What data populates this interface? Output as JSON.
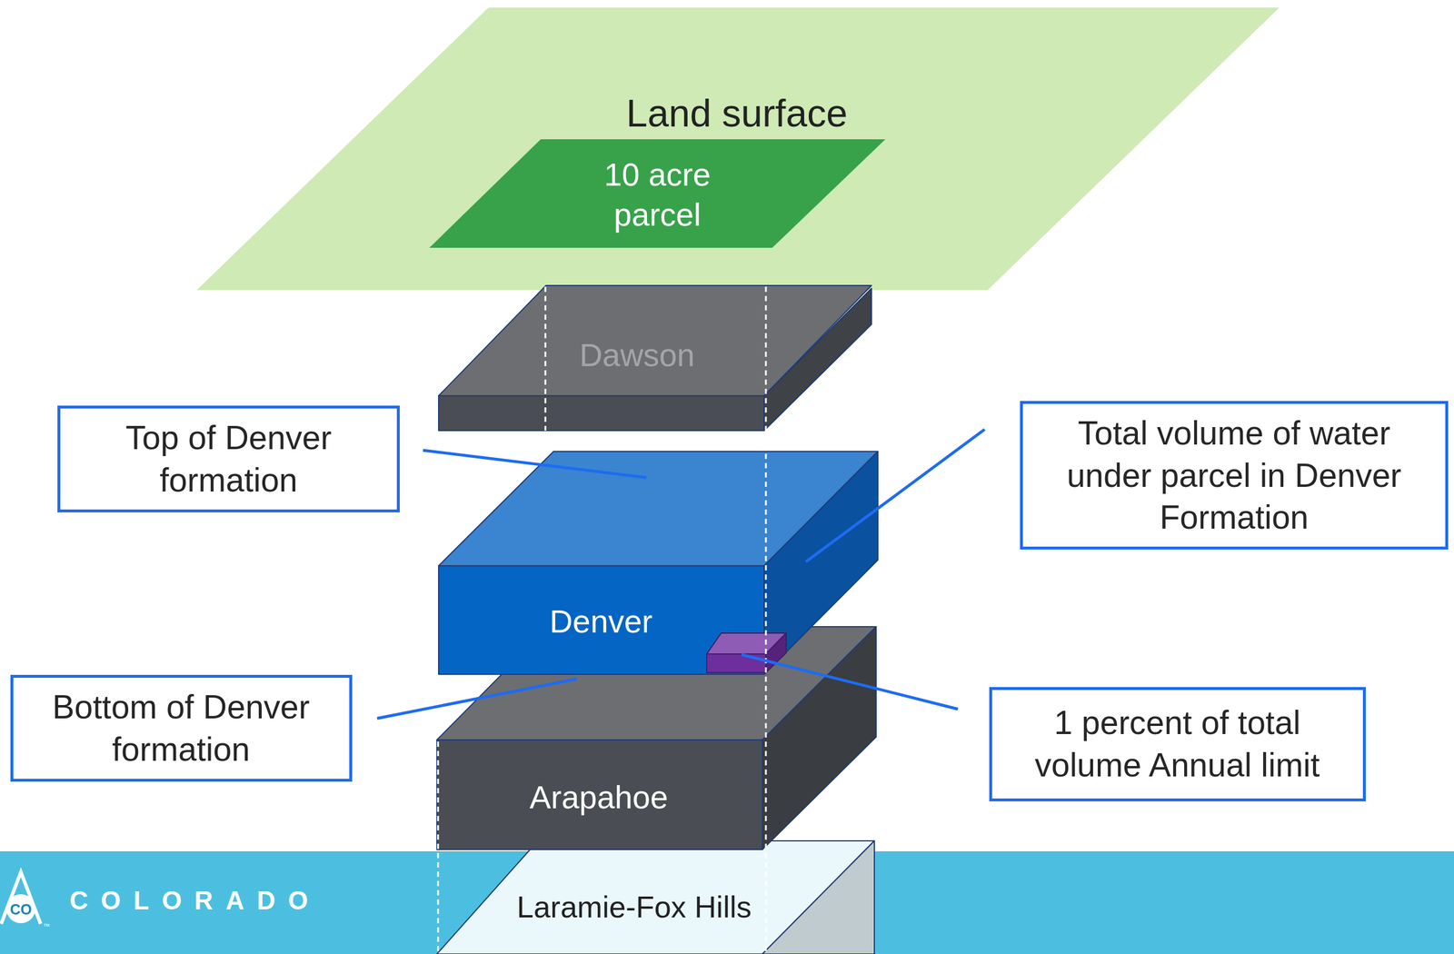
{
  "diagram": {
    "nodes": [
      {
        "text": [
          "Land surface"
        ]
      },
      {
        "text": [
          "10 acre parcel"
        ],
        "in": 0
      },
      {
        "text": [
          "Dawson"
        ]
      },
      {
        "text": [
          "Top of Denver formation"
        ]
      },
      {
        "text": [
          "Total volume of water under parcel in Denver Formation"
        ]
      },
      {
        "text": [
          "Denver"
        ]
      },
      {
        "text": [
          "Bottom of Denver formation"
        ]
      },
      {
        "text": [
          "1 percent of total volume Annual limit"
        ]
      },
      {
        "text": [
          "Arapahoe"
        ]
      },
      {
        "text": [
          "Laramie-Fox Hills"
        ]
      }
    ],
    "labels": [
      "COLORADO",
      "CO",
      "™"
    ]
  }
}
